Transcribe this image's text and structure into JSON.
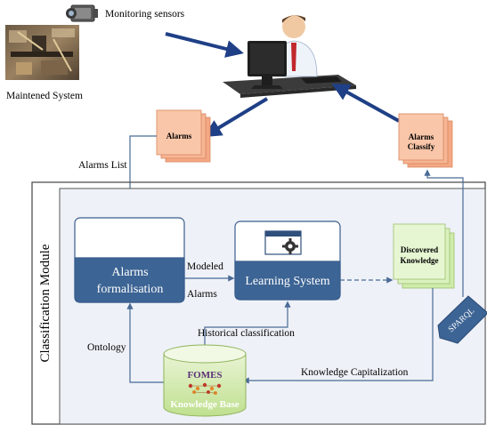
{
  "top": {
    "monitoring_sensors": "Monitoring sensors",
    "maintened_system": "Maintened System"
  },
  "alarms_doc": {
    "label": "Alarms"
  },
  "alarms_classify_doc": {
    "line1": "Alarms",
    "line2": "Classify"
  },
  "edges": {
    "alarms_list": "Alarms List",
    "modeled": "Modeled",
    "alarms": "Alarms",
    "ontology": "Ontology",
    "historical_classification": "Historical classification",
    "knowledge_capitalization": "Knowledge Capitalization"
  },
  "module": {
    "title": "Classification Module"
  },
  "alarms_formalisation": {
    "line1": "Alarms",
    "line2": "formalisation"
  },
  "learning_system": {
    "label": "Learning System"
  },
  "discovered_knowledge": {
    "line1": "Discovered",
    "line2": "Knowledge"
  },
  "sparql": {
    "label": "SPARQL"
  },
  "knowledge_base": {
    "line1": "FOMES",
    "line2": "Knowledge Base"
  },
  "colors": {
    "arrow_blue": "#1f3f86",
    "box_blue": "#3c6494",
    "doc_salmon": "#f4a884",
    "doc_green": "#d6f0b5",
    "panel": "#eef1f7"
  }
}
